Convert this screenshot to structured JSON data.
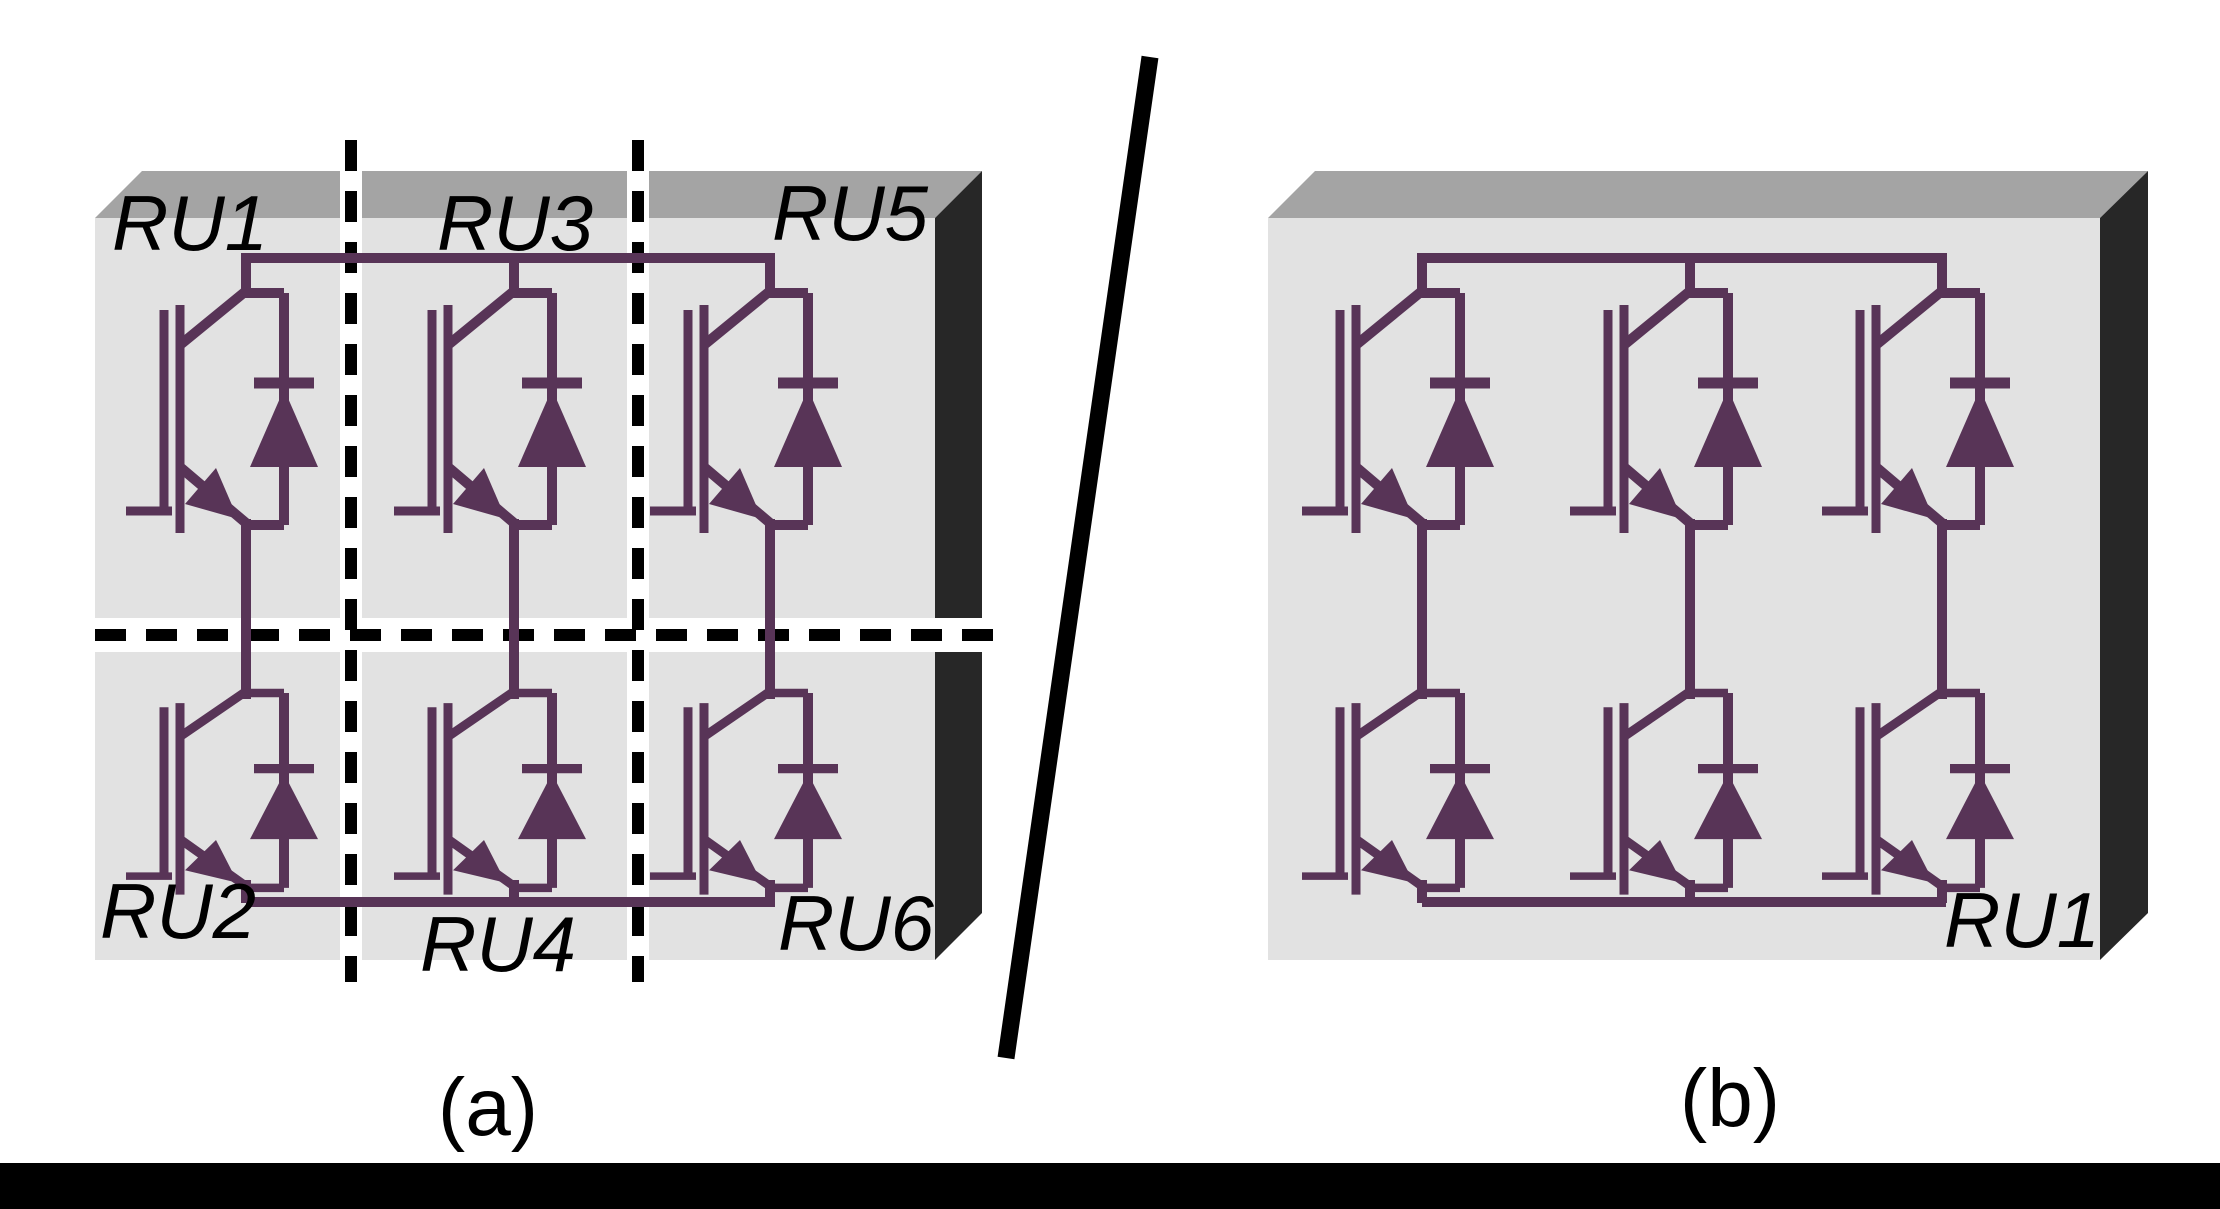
{
  "figure": {
    "captions": {
      "a": "(a)",
      "b": "(b)"
    },
    "panel_a": {
      "description": "Six-pack IGBT power module split by dashed cut lines into six repair units",
      "layout": {
        "rows": 2,
        "columns": 3
      },
      "symbol": "igbt-with-antiparallel-diode",
      "units": [
        {
          "label": "RU1",
          "position": "top-left"
        },
        {
          "label": "RU2",
          "position": "bottom-left"
        },
        {
          "label": "RU3",
          "position": "top-middle"
        },
        {
          "label": "RU4",
          "position": "bottom-middle"
        },
        {
          "label": "RU5",
          "position": "top-right"
        },
        {
          "label": "RU6",
          "position": "bottom-right"
        }
      ]
    },
    "panel_b": {
      "description": "Same six-pack IGBT power module as one single repair unit",
      "layout": {
        "rows": 2,
        "columns": 3
      },
      "symbol": "igbt-with-antiparallel-diode",
      "units": [
        {
          "label": "RU1",
          "position": "bottom-right"
        }
      ]
    },
    "colors": {
      "circuit": "#583457",
      "module_front": "#E2E2E2",
      "module_top": "#A4A4A4",
      "module_side": "#272727",
      "divider": "#000000",
      "separator_line": "#000000",
      "footer_bar": "#000000",
      "label_text": "#000000",
      "background": "#FFFFFF"
    }
  }
}
